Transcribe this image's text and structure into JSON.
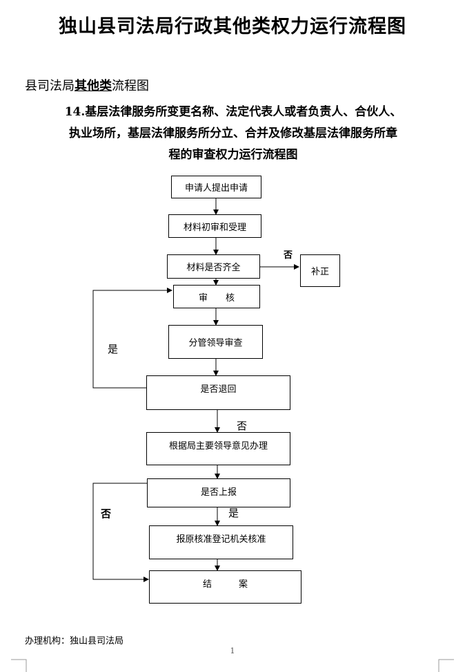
{
  "title": "独山县司法局行政其他类权力运行流程图",
  "category": {
    "prefix": "县司法局",
    "bold": "其他类",
    "suffix": "流程图"
  },
  "heading": {
    "line1": "14.基层法律服务所变更名称、法定代表人或者负责人、合伙人、",
    "line2": "执业场所，基层法律服务所分立、合并及修改基层法律服务所章",
    "line3": "程的审查权力运行流程图"
  },
  "flow": {
    "steps": {
      "apply": "申请人提出申请",
      "initial_review": "材料初审和受理",
      "materials_complete": "材料是否齐全",
      "supplement": "补正",
      "review": "审　　核",
      "leader_review": "分管领导审查",
      "returned": "是否退回",
      "main_leader": "根据局主要领导意见办理",
      "report_up": "是否上报",
      "report_authority": "报原核准登记机关核准",
      "close": "结　　　案"
    },
    "labels": {
      "no_supplement": "否",
      "yes_return": "是",
      "no_continue": "否",
      "no_report": "否",
      "yes_report": "是"
    }
  },
  "footer": {
    "org": "办理机构：独山县司法局",
    "page": "1"
  }
}
